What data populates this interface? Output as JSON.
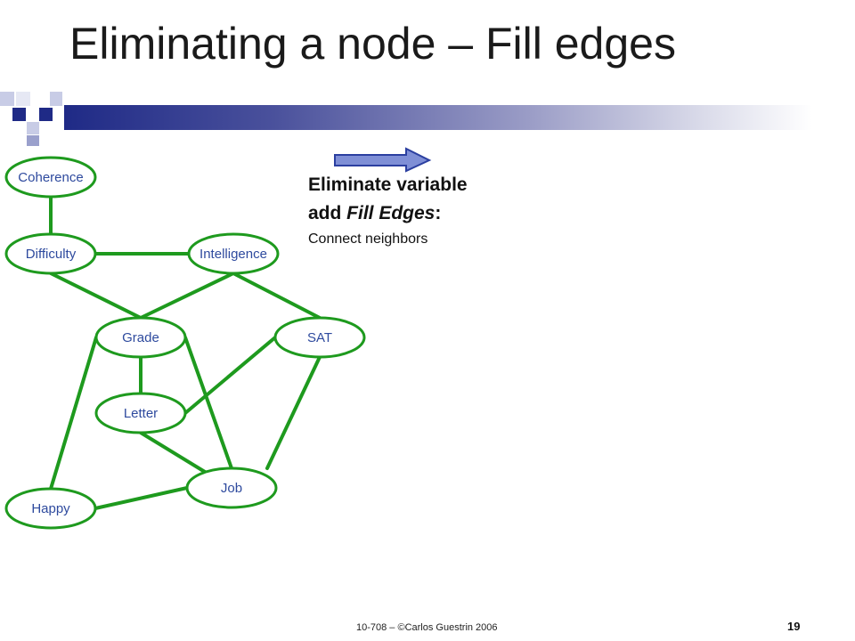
{
  "slide": {
    "title": "Eliminating a node – Fill edges",
    "heading_line1": "Eliminate variable",
    "heading_line2_prefix": "add ",
    "heading_line2_italic": "Fill Edges",
    "heading_line2_suffix": ":",
    "subtext": "Connect neighbors",
    "footer": "10-708 – ©Carlos Guestrin 2006",
    "page_number": "19"
  },
  "colors": {
    "edge": "#1e9a1e",
    "label": "#2e4a9e",
    "arrow_fill": "#7f8fd6",
    "arrow_stroke": "#2b3fa0",
    "bar_dark": "#1f2a86"
  },
  "graph": {
    "nodes": [
      {
        "id": "coherence",
        "label": "Coherence"
      },
      {
        "id": "difficulty",
        "label": "Difficulty"
      },
      {
        "id": "intelligence",
        "label": "Intelligence"
      },
      {
        "id": "grade",
        "label": "Grade"
      },
      {
        "id": "sat",
        "label": "SAT"
      },
      {
        "id": "letter",
        "label": "Letter"
      },
      {
        "id": "job",
        "label": "Job"
      },
      {
        "id": "happy",
        "label": "Happy"
      }
    ],
    "edges": [
      [
        "coherence",
        "difficulty"
      ],
      [
        "difficulty",
        "intelligence"
      ],
      [
        "difficulty",
        "grade"
      ],
      [
        "intelligence",
        "grade"
      ],
      [
        "intelligence",
        "sat"
      ],
      [
        "grade",
        "letter"
      ],
      [
        "grade",
        "job"
      ],
      [
        "grade",
        "happy"
      ],
      [
        "sat",
        "letter"
      ],
      [
        "sat",
        "job"
      ],
      [
        "letter",
        "job"
      ],
      [
        "job",
        "happy"
      ]
    ]
  }
}
